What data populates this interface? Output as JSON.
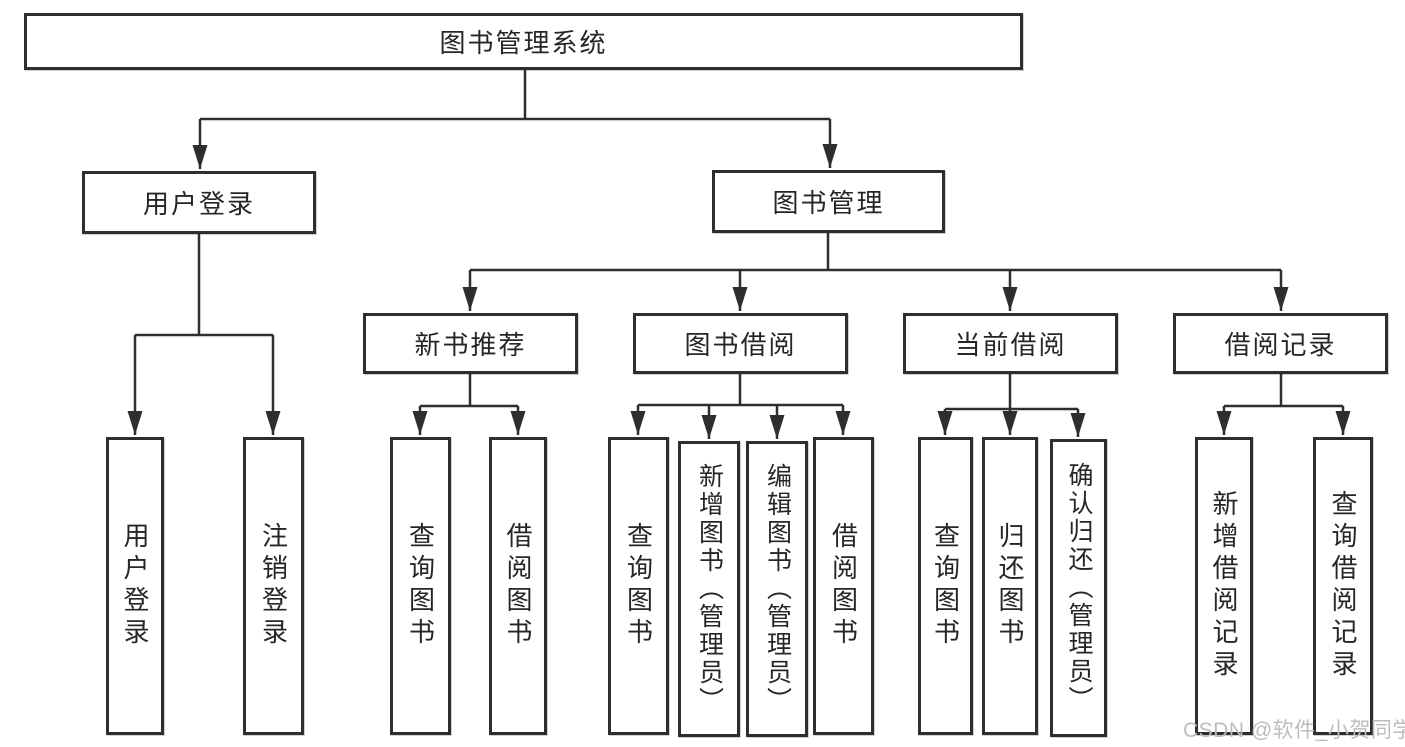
{
  "diagram": {
    "tree": {
      "label": "图书管理系统",
      "children": [
        {
          "label": "用户登录",
          "children": [
            {
              "label": "用户登录"
            },
            {
              "label": "注销登录"
            }
          ]
        },
        {
          "label": "图书管理",
          "children": [
            {
              "label": "新书推荐",
              "children": [
                {
                  "label": "查询图书"
                },
                {
                  "label": "借阅图书"
                }
              ]
            },
            {
              "label": "图书借阅",
              "children": [
                {
                  "label": "查询图书"
                },
                {
                  "label": "新增图书（管理员）"
                },
                {
                  "label": "编辑图书（管理员）"
                },
                {
                  "label": "借阅图书"
                }
              ]
            },
            {
              "label": "当前借阅",
              "children": [
                {
                  "label": "查询图书"
                },
                {
                  "label": "归还图书"
                },
                {
                  "label": "确认归还（管理员）"
                }
              ]
            },
            {
              "label": "借阅记录",
              "children": [
                {
                  "label": "新增借阅记录"
                },
                {
                  "label": "查询借阅记录"
                }
              ]
            }
          ]
        }
      ]
    },
    "watermark": "CSDN @软件_小贺同学",
    "colors": {
      "line": "#2e2e2e",
      "text": "#262626",
      "watermark": "#bdbdbd",
      "background": "#ffffff"
    }
  }
}
